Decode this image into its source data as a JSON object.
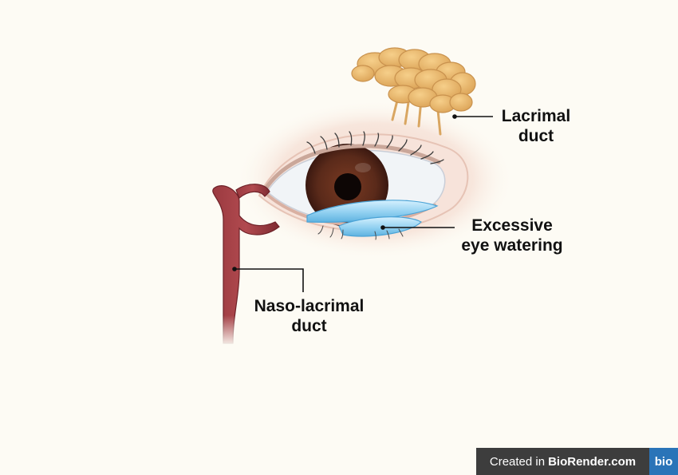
{
  "labels": {
    "lacrimal_duct": [
      "Lacrimal",
      "duct"
    ],
    "eye_watering": [
      "Excessive",
      "eye watering"
    ],
    "naso_lacrimal_duct": [
      "Naso-lacrimal",
      "duct"
    ]
  },
  "badge": {
    "prefix": "Created in",
    "brand": "BioRender.com",
    "logo": "bio"
  },
  "colors": {
    "background": "#fdfbf4",
    "gland": "#eab86a",
    "duct_red": "#8a2f36",
    "iris": "#5a2b1e",
    "tear_blue": "#8fd0ee",
    "skin": "#f3d9cc"
  }
}
